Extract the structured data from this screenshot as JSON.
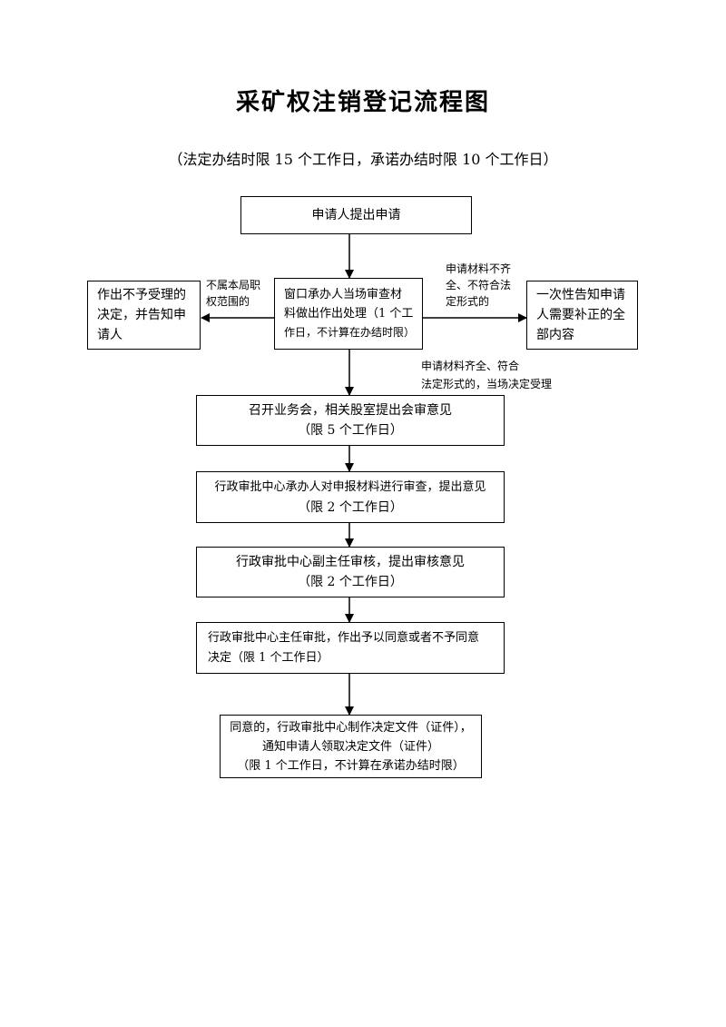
{
  "title": "采矿权注销登记流程图",
  "subtitle": "（法定办结时限 15 个工作日，承诺办结时限 10 个工作日）",
  "nodes": {
    "apply": {
      "line1": "申请人提出申请"
    },
    "window": {
      "line1": "窗口承办人当场审查材",
      "line2": "料做出作出处理（1 个工",
      "line3": "作日，不计算在办结时限）"
    },
    "reject": {
      "line1": "作出不予受理的",
      "line2": "决定，并告知申",
      "line3": "请人"
    },
    "notify": {
      "line1": "一次性告知申请",
      "line2": "人需要补正的全",
      "line3": "部内容"
    },
    "meeting": {
      "line1": "召开业务会，相关股室提出会审意见",
      "line2": "（限 5 个工作日）"
    },
    "review": {
      "line1": "行政审批中心承办人对申报材料进行审查，提出意见",
      "line2": "（限 2 个工作日）"
    },
    "deputy": {
      "line1": "行政审批中心副主任审核，提出审核意见",
      "line2": "（限 2 个工作日）"
    },
    "director": {
      "line1": "行政审批中心主任审批，作出予以同意或者不予同意",
      "line2": "决定（限 1 个工作日）"
    },
    "final": {
      "line1": "同意的，行政审批中心制作决定文件（证件），",
      "line2": "通知申请人领取决定文件（证件）",
      "line3": "（限 1 个工作日，不计算在承诺办结时限）"
    }
  },
  "edge_labels": {
    "not_in_scope": {
      "line1": "不属本局职",
      "line2": "权范围的"
    },
    "incomplete": {
      "line1": "申请材料不齐",
      "line2": "全、不符合法",
      "line3": "定形式的"
    },
    "complete": {
      "line1": "申请材料齐全、符合",
      "line2": "法定形式的，当场决定受理"
    }
  }
}
